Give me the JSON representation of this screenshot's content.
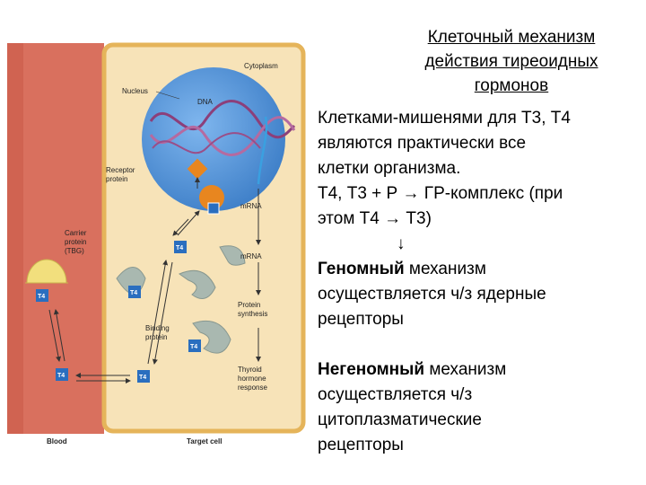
{
  "diagram": {
    "labels": {
      "cytoplasm": "Cytoplasm",
      "nucleus": "Nucleus",
      "dna": "DNA",
      "receptor_protein": [
        "Receptor",
        "protein"
      ],
      "mrna_nuclear": "mRNA",
      "mrna_cyto": "mRNA",
      "carrier_protein": [
        "Carrier",
        "protein",
        "(TBG)"
      ],
      "protein_synthesis": [
        "Protein",
        "synthesis"
      ],
      "binding_protein": [
        "Binding",
        "protein"
      ],
      "thyroid_response": [
        "Thyroid",
        "hormone",
        "response"
      ],
      "blood": "Blood",
      "target_cell": "Target cell"
    },
    "hormone_tag": "T4",
    "colors": {
      "blood": "#d9705e",
      "cell": "#f7e3b8",
      "cell_border": "#e5b45a",
      "nucleus": "#4a8fd6",
      "dna": "#8c3f7a",
      "t4_box": "#2a6ebf",
      "receptor": "#e8861f",
      "binding_protein": "#a9b8b0",
      "carrier": "#f2df7d"
    }
  },
  "title_lines": [
    "Клеточный механизм",
    "действия тиреоидных",
    "гормонов"
  ],
  "text": {
    "line1": "Клетками-мишенями для Т3, Т4",
    "line2": "являются практически все",
    "line3": "клетки организма.",
    "line4": "Т4, Т3 + Р → ГР-комплекс (при",
    "line5": "этом Т4 → Т3)",
    "down_arrow": "↓",
    "genomic_bold": "Геномный",
    "genomic_rest": " механизм",
    "genomic_line2": "осуществляется ч/з ядерные",
    "genomic_line3": "рецепторы",
    "nongenomic_bold": "Негеномный",
    "nongenomic_rest": " механизм",
    "nongenomic_line2": "осуществляется ч/з",
    "nongenomic_line3": "цитоплазматические",
    "nongenomic_line4": "рецепторы"
  }
}
